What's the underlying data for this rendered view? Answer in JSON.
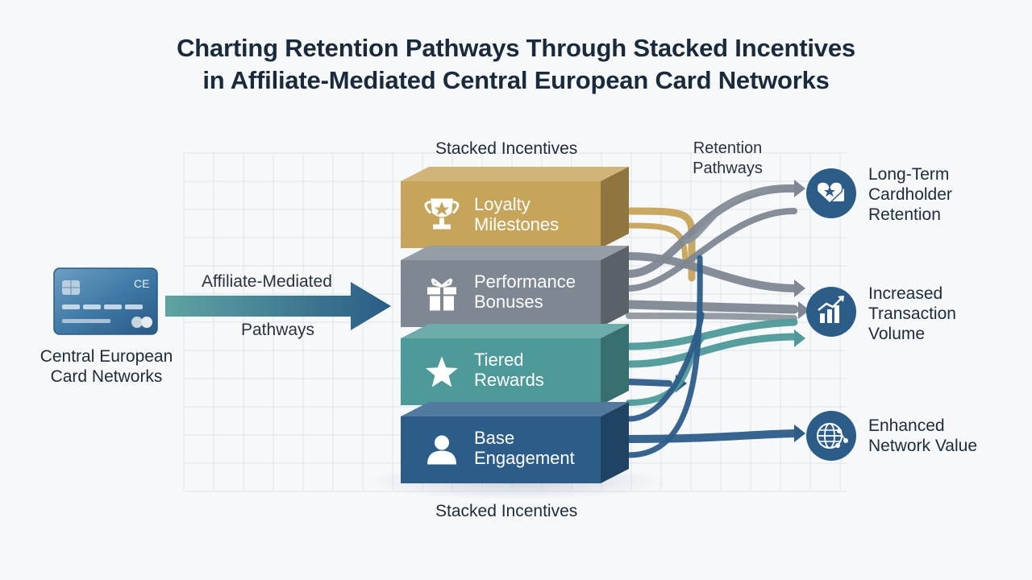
{
  "title": {
    "line1": "Charting Retention Pathways Through Stacked Incentives",
    "line2": "in Affiliate-Mediated Central European Card Networks"
  },
  "source": {
    "card_mark": "CE",
    "label_line1": "Central European",
    "label_line2": "Card Networks"
  },
  "arrow": {
    "label_top": "Affiliate-Mediated",
    "label_bottom": "Pathways"
  },
  "stack": {
    "top_label": "Stacked Incentives",
    "bottom_label": "Stacked Incentives",
    "blocks": [
      {
        "line1": "Loyalty",
        "line2": "Milestones",
        "icon": "trophy-icon",
        "color": "#c6a45a"
      },
      {
        "line1": "Performance",
        "line2": "Bonuses",
        "icon": "gift-icon",
        "color": "#7e8792"
      },
      {
        "line1": "Tiered",
        "line2": "Rewards",
        "icon": "star-icon",
        "color": "#4e9a9a"
      },
      {
        "line1": "Base",
        "line2": "Engagement",
        "icon": "user-icon",
        "color": "#2c5d89"
      }
    ]
  },
  "pathways": {
    "label_line1": "Retention",
    "label_line2": "Pathways"
  },
  "outcomes": [
    {
      "line1": "Long-Term",
      "line2": "Cardholder",
      "line3": "Retention",
      "icon": "heart-card-icon"
    },
    {
      "line1": "Increased",
      "line2": "Transaction",
      "line3": "Volume",
      "icon": "growth-chart-icon"
    },
    {
      "line1": "Enhanced",
      "line2": "Network Value",
      "line3": "",
      "icon": "globe-network-icon"
    }
  ]
}
